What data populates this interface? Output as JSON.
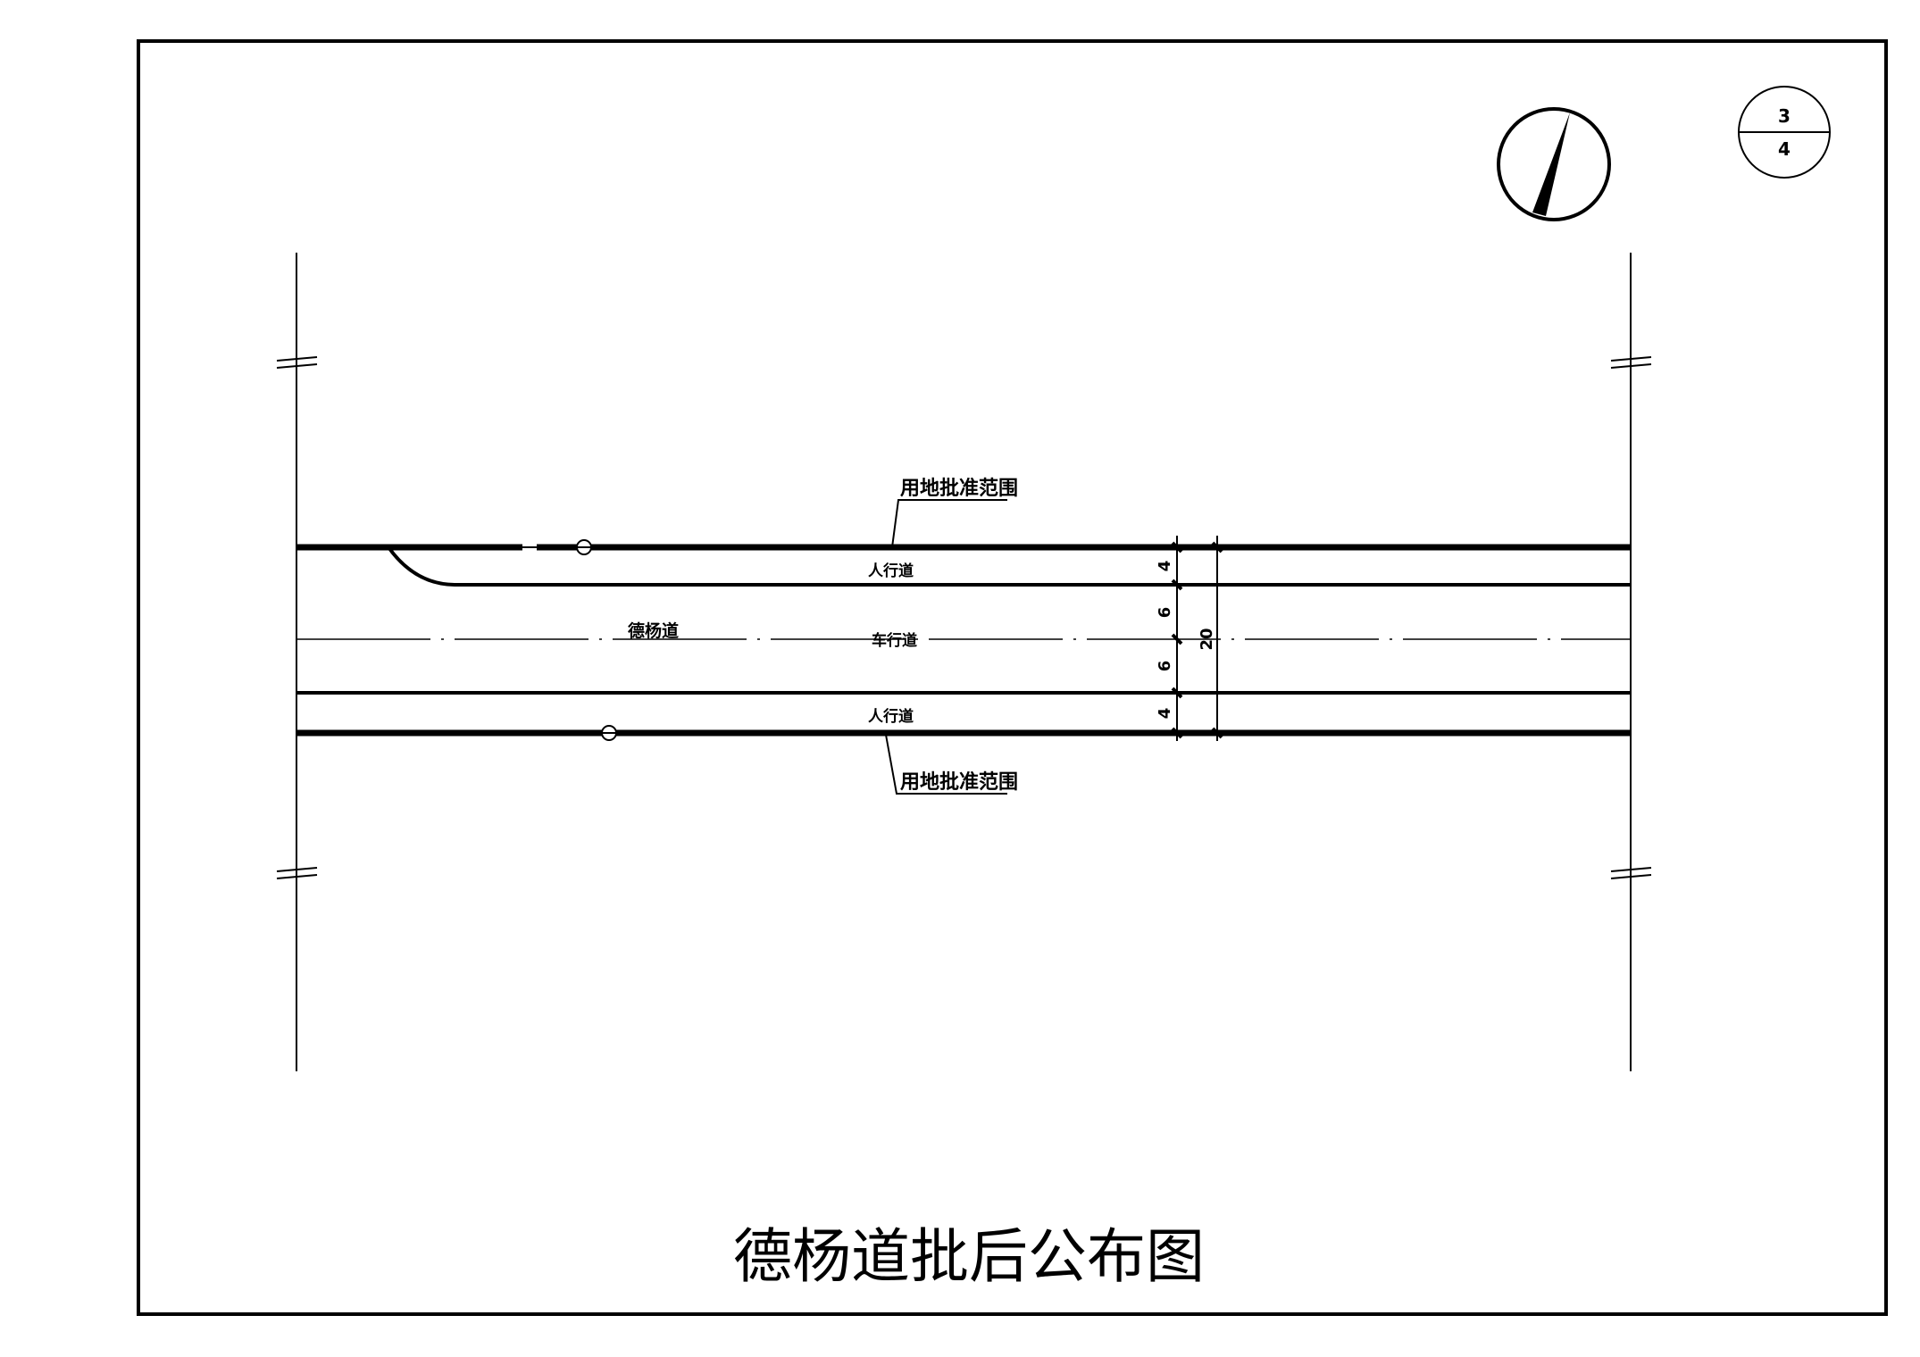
{
  "sheet": {
    "number": "3",
    "total": "4"
  },
  "labels": {
    "boundary_top": "用地批准范围",
    "boundary_bottom": "用地批准范围",
    "sidewalk_top": "人行道",
    "sidewalk_bottom": "人行道",
    "carriageway": "车行道",
    "road_name": "德杨道"
  },
  "dimensions": {
    "sidewalk_top": "4",
    "lane_top": "6",
    "lane_bottom": "6",
    "sidewalk_bottom": "4",
    "total": "20"
  },
  "title": "德杨道批后公布图"
}
